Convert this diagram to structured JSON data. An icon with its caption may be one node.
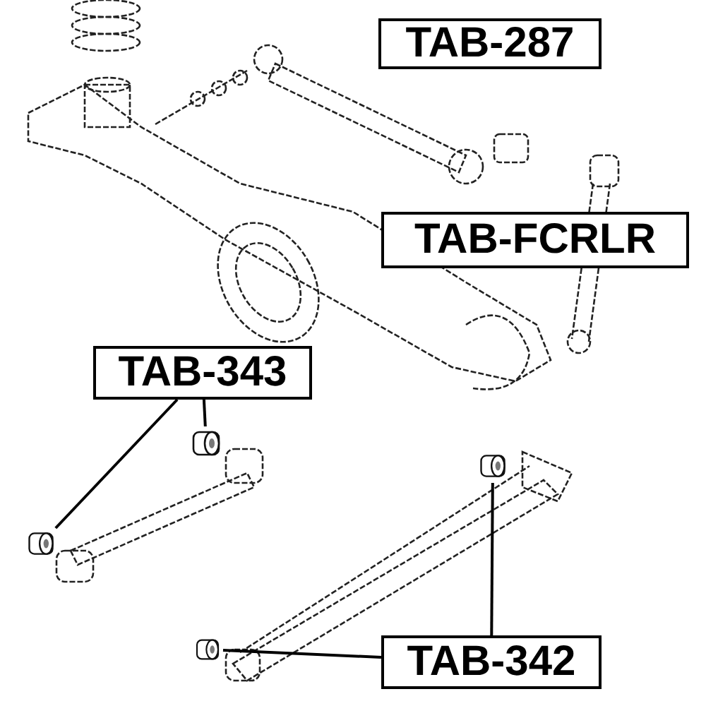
{
  "diagram": {
    "nodes": [
      {
        "text": [
          "TAB-287"
        ]
      },
      {
        "text": [
          "TAB-FCRLR"
        ]
      },
      {
        "text": [
          "TAB-343"
        ]
      },
      {
        "text": [
          "TAB-342"
        ]
      },
      {
        "text": [],
        "shape": "cylinder"
      },
      {
        "text": [],
        "shape": "cylinder"
      },
      {
        "text": [],
        "shape": "cylinder"
      },
      {
        "text": [],
        "shape": "cylinder"
      }
    ],
    "edges": [
      {
        "from": 2,
        "to": 4,
        "arrow": "none"
      },
      {
        "from": 2,
        "to": 5,
        "arrow": "none"
      },
      {
        "from": 3,
        "to": 6,
        "arrow": "none"
      },
      {
        "from": 3,
        "to": 7,
        "arrow": "none"
      }
    ]
  }
}
